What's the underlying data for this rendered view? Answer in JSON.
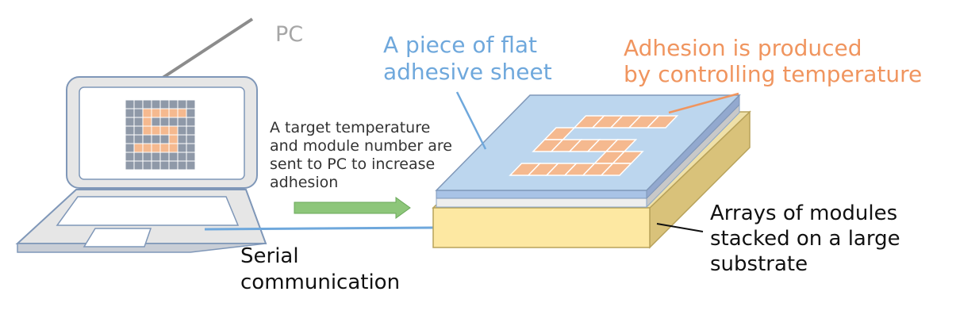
{
  "labels": {
    "pc": "PC",
    "sheet": "A piece of flat\nadhesive sheet",
    "adhesion": "Adhesion is produced\nby controlling temperature",
    "target": "A target temperature\nand module number are\nsent to PC to increase\nadhesion",
    "arrays": "Arrays of modules\nstacked on a large\nsubstrate",
    "serial": "Serial\ncommunication"
  },
  "colors": {
    "pc_label": "#a6a6a6",
    "sheet_label": "#6fa8dc",
    "adhesion_label": "#f0955f",
    "laptop_body": "#e8e8e8",
    "laptop_outline": "#7f97b8",
    "grid_gray": "#8f99a8",
    "grid_orange": "#f5b98f",
    "sheet_fill": "#bcd6ee",
    "substrate_front": "#fde8a2",
    "substrate_side": "#d9c27a",
    "arrow_fill": "#8dc67a",
    "serial_line": "#6fa8dc"
  },
  "screen_pattern": [
    "GGGGGGGG",
    "GGOOOOOG",
    "GGOGGGGG",
    "GGOOOOGG",
    "GGGGGOGG",
    "GOOOOOGG",
    "GGGGGGGG",
    "GGGGGGGG"
  ],
  "sheet_pattern": [
    "GOOOOO",
    "OGGGGG",
    "OOOOOG",
    "GGGGOO",
    "OOOOOO"
  ]
}
